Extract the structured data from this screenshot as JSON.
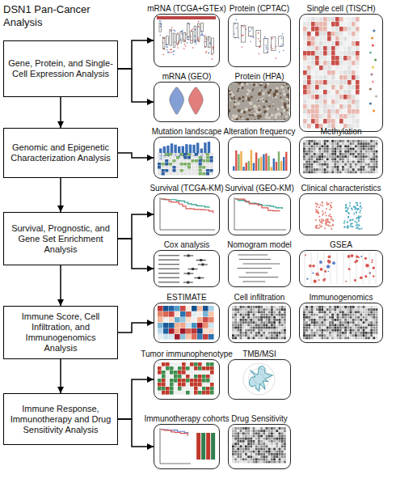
{
  "diagram": {
    "title": "DSN1 Pan-Cancer Analysis",
    "nodes": [
      {
        "text": [
          "Gene, Protein, and Single-Cell Expression Analysis"
        ]
      },
      {
        "text": [
          "mRNA (TCGA+GTEx)"
        ]
      },
      {
        "text": [
          "Protein (CPTAC)"
        ]
      },
      {
        "text": [
          "Single cell (TISCH)"
        ]
      },
      {
        "text": [
          "mRNA (GEO)"
        ]
      },
      {
        "text": [
          "Protein (HPA)"
        ]
      },
      {
        "text": [
          "Genomic and Epigenetic Characterization Analysis"
        ]
      },
      {
        "text": [
          "Mutation landscape"
        ]
      },
      {
        "text": [
          "Alteration frequency"
        ]
      },
      {
        "text": [
          "Methylation"
        ]
      },
      {
        "text": [
          "Survival, Prognostic, and Gene Set Enrichment Analysis"
        ]
      },
      {
        "text": [
          "Survival (TCGA-KM)"
        ]
      },
      {
        "text": [
          "Survival (GEO-KM)"
        ]
      },
      {
        "text": [
          "Clinical characteristics"
        ]
      },
      {
        "text": [
          "Cox analysis"
        ]
      },
      {
        "text": [
          "Nomogram model"
        ]
      },
      {
        "text": [
          "GSEA"
        ]
      },
      {
        "text": [
          "Immune Score, Cell Infiltration, and Immunogenomics Analysis"
        ]
      },
      {
        "text": [
          "ESTIMATE"
        ]
      },
      {
        "text": [
          "Cell infiltration"
        ]
      },
      {
        "text": [
          "Immunogenomics"
        ]
      },
      {
        "text": [
          "Immune Response, Immunotherapy and Drug Sensitivity Analysis"
        ]
      },
      {
        "text": [
          "Tumor immunophenotype"
        ]
      },
      {
        "text": [
          "TMB/MSI"
        ]
      },
      {
        "text": [
          "Immunotherapy cohorts"
        ]
      },
      {
        "text": [
          "Drug Sensitivity"
        ]
      }
    ],
    "edges": [
      {
        "from": 0,
        "to": 6,
        "arrow": "to"
      },
      {
        "from": 6,
        "to": 10,
        "arrow": "to"
      },
      {
        "from": 10,
        "to": 17,
        "arrow": "to"
      },
      {
        "from": 17,
        "to": 21,
        "arrow": "to"
      },
      {
        "from": 0,
        "to": 1,
        "arrow": "to"
      },
      {
        "from": 0,
        "to": 4,
        "arrow": "to"
      },
      {
        "from": 6,
        "to": 7,
        "arrow": "to"
      },
      {
        "from": 10,
        "to": 11,
        "arrow": "to"
      },
      {
        "from": 10,
        "to": 14,
        "arrow": "to"
      },
      {
        "from": 17,
        "to": 18,
        "arrow": "to"
      },
      {
        "from": 21,
        "to": 22,
        "arrow": "to"
      },
      {
        "from": 21,
        "to": 24,
        "arrow": "to"
      }
    ]
  }
}
